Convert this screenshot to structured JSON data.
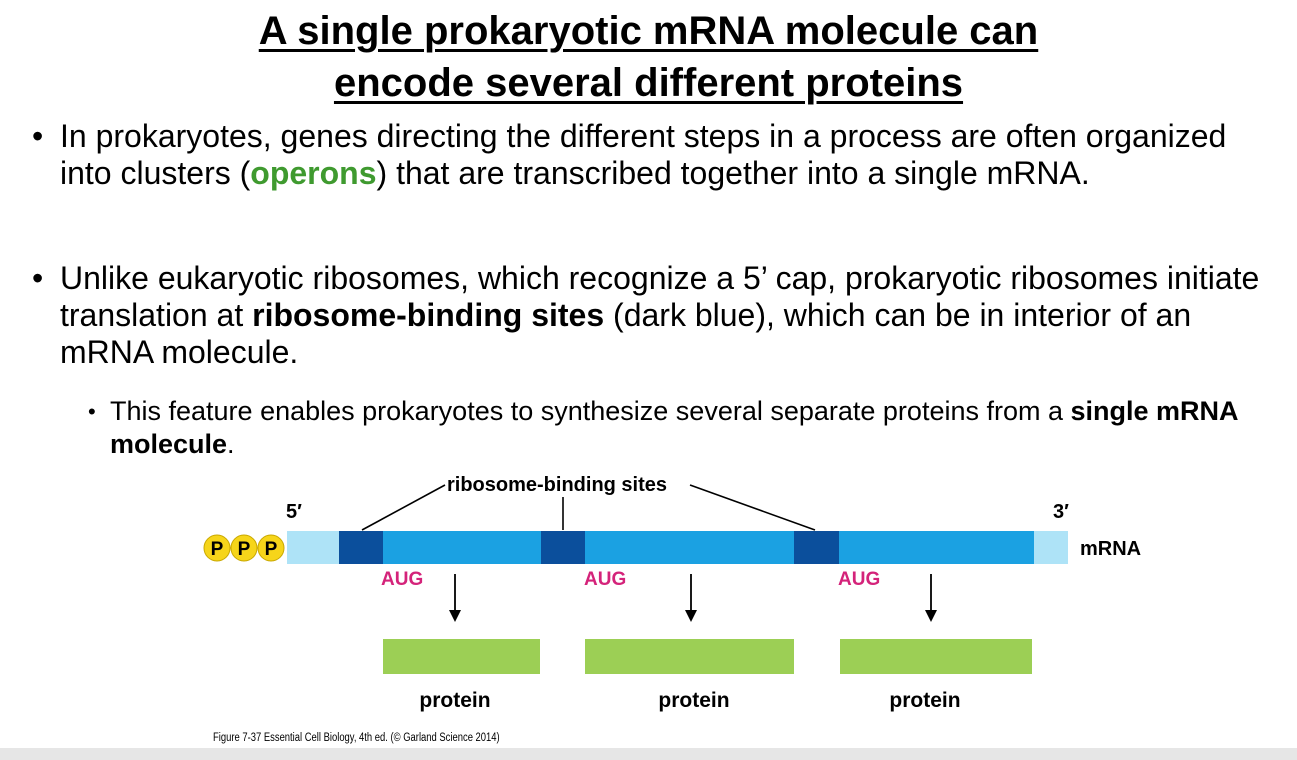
{
  "title": {
    "line1": "A single prokaryotic mRNA molecule can",
    "line2": "encode several different proteins"
  },
  "bullets": [
    {
      "text_before": "In prokaryotes, genes directing the different steps in a process are often organized into clusters (",
      "highlight": "operons",
      "text_after": ") that are transcribed together into a single mRNA."
    },
    {
      "text_before": "Unlike eukaryotic ribosomes, which recognize a 5’ cap, prokaryotic ribosomes initiate translation at ",
      "highlight": "ribosome-binding sites",
      "text_after": " (dark blue), which can be in interior of an mRNA molecule."
    },
    {
      "text_before": "This feature enables prokaryotes to synthesize several separate proteins from a ",
      "highlight": "single mRNA molecule",
      "text_after": "."
    }
  ],
  "figure": {
    "rbs_label": "ribosome-binding sites",
    "five_prime": "5′",
    "three_prime": "3′",
    "mrna_label": "mRNA",
    "cap_letters": [
      "P",
      "P",
      "P"
    ],
    "start_codons": [
      "AUG",
      "AUG",
      "AUG"
    ],
    "protein_labels": [
      "protein",
      "protein",
      "protein"
    ],
    "caption": "Figure 7-37  Essential Cell Biology, 4th ed. (© Garland Science 2014)"
  },
  "colors": {
    "operon_green": "#3f9a2f",
    "mrna_light": "#aee3f7",
    "coding_blue": "#1ba1e2",
    "rbs_dark_blue": "#0b4f9c",
    "protein_green": "#9ccf55",
    "aug_magenta": "#d4237a",
    "phosphate_yellow": "#f6d51a"
  }
}
